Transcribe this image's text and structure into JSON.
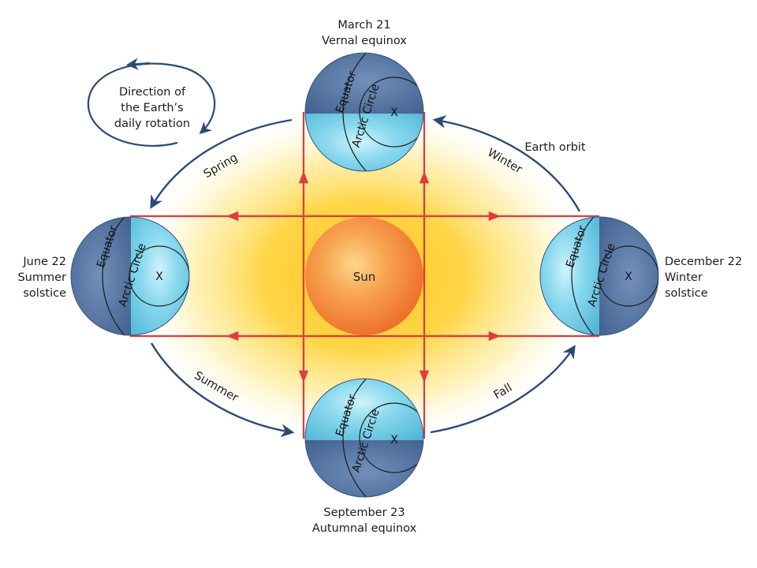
{
  "sun": {
    "label": "Sun"
  },
  "rotation": {
    "line1": "Direction of",
    "line2": "the Earth’s",
    "line3": "daily rotation"
  },
  "orbit_label": "Earth orbit",
  "seasons": {
    "spring": "Spring",
    "summer": "Summer",
    "fall": "Fall",
    "winter": "Winter"
  },
  "positions": {
    "vernal": {
      "line1": "March 21",
      "line2": "Vernal equinox"
    },
    "autumnal": {
      "line1": "September 23",
      "line2": "Autumnal equinox"
    },
    "summer": {
      "line1": "June 22",
      "line2": "Summer",
      "line3": "solstice"
    },
    "winter": {
      "line1": "December 22",
      "line2": "Winter",
      "line3": "solstice"
    }
  },
  "globe_labels": {
    "equator": "Equator",
    "arctic": "Arctic Circle",
    "pole": "X"
  },
  "colors": {
    "ray": "#e03a3e",
    "orbit": "#2a4a78",
    "night": "#5577a3",
    "day": "#6fcde6",
    "sun_core": "#f5883a",
    "sun_glow": "#ffd23a"
  }
}
